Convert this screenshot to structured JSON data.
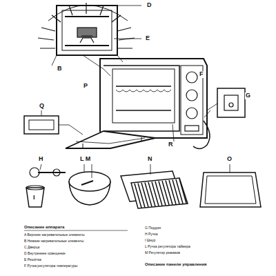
{
  "diagram": {
    "labels": [
      "D",
      "E",
      "B",
      "P",
      "F",
      "G",
      "Q",
      "R",
      "H",
      "I",
      "L M",
      "N",
      "O",
      "Описание аппарата",
      "A Верхние нагревательные элементы",
      "B Нижние нагревательные элементы",
      "C Дверца",
      "D Внутреннее освещение",
      "E Решётка",
      "F Ручка регулятора температуры",
      "G Поддон",
      "H Ручка",
      "I Шнур",
      "L Ручка регулятора таймера",
      "M Регулятор режимов",
      "Описание панели управления"
    ]
  }
}
